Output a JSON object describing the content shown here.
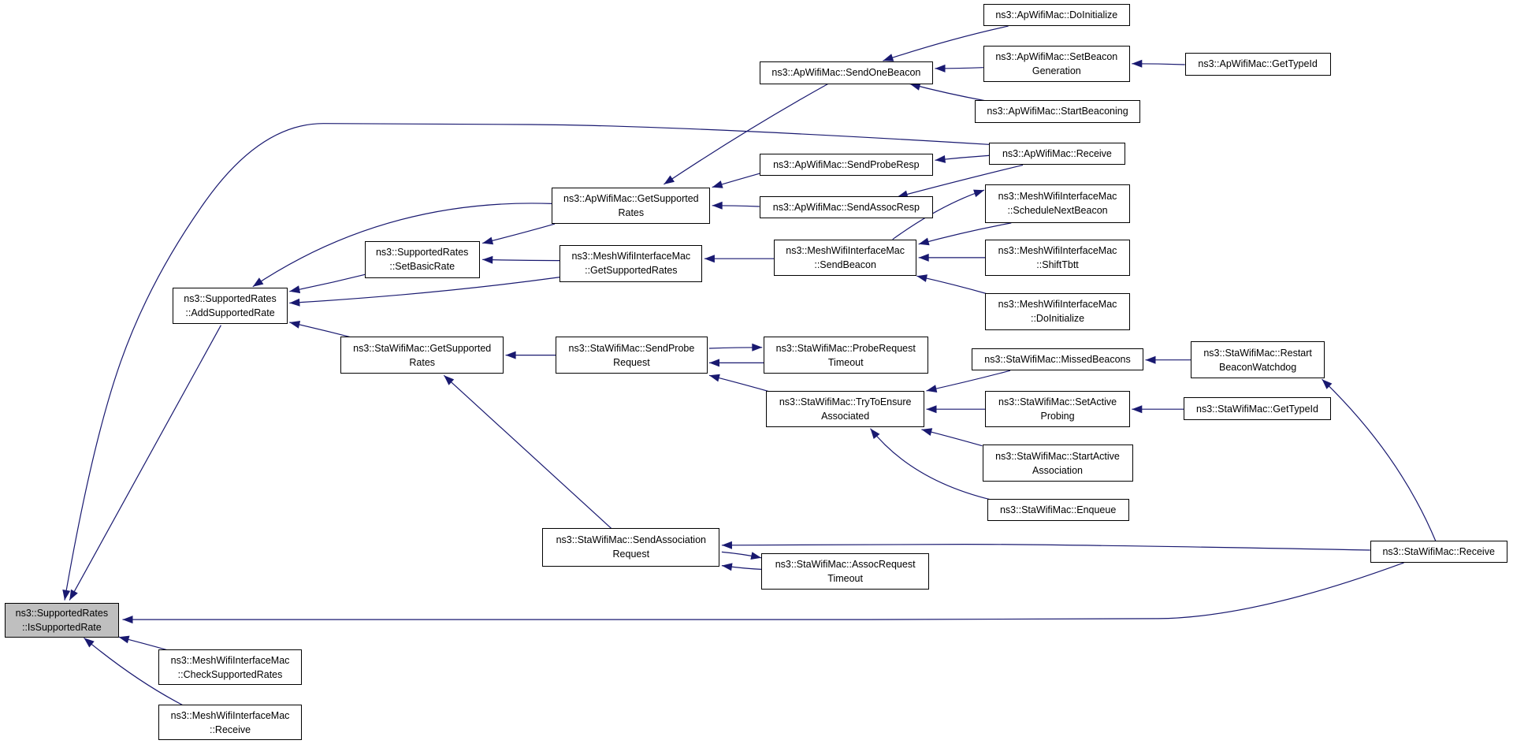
{
  "graph": {
    "edge_color": "#191970",
    "root_fill": "#bfbfbf",
    "nodes": [
      {
        "id": "root",
        "lines": [
          "ns3::SupportedRates",
          "::IsSupportedRate"
        ],
        "root": true
      },
      {
        "id": "addsr",
        "lines": [
          "ns3::SupportedRates",
          "::AddSupportedRate"
        ]
      },
      {
        "id": "setbasic",
        "lines": [
          "ns3::SupportedRates",
          "::SetBasicRate"
        ]
      },
      {
        "id": "apgsr",
        "lines": [
          "ns3::ApWifiMac::GetSupported",
          "Rates"
        ]
      },
      {
        "id": "meshgsr",
        "lines": [
          "ns3::MeshWifiInterfaceMac",
          "::GetSupportedRates"
        ]
      },
      {
        "id": "stagsr",
        "lines": [
          "ns3::StaWifiMac::GetSupported",
          "Rates"
        ]
      },
      {
        "id": "mesh_check",
        "lines": [
          "ns3::MeshWifiInterfaceMac",
          "::CheckSupportedRates"
        ]
      },
      {
        "id": "mesh_recv",
        "lines": [
          "ns3::MeshWifiInterfaceMac",
          "::Receive"
        ]
      },
      {
        "id": "ap_sob",
        "lines": [
          "ns3::ApWifiMac::SendOneBeacon"
        ]
      },
      {
        "id": "ap_spr",
        "lines": [
          "ns3::ApWifiMac::SendProbeResp"
        ]
      },
      {
        "id": "ap_sar",
        "lines": [
          "ns3::ApWifiMac::SendAssocResp"
        ]
      },
      {
        "id": "mesh_sb",
        "lines": [
          "ns3::MeshWifiInterfaceMac",
          "::SendBeacon"
        ]
      },
      {
        "id": "sta_sprobe",
        "lines": [
          "ns3::StaWifiMac::SendProbe",
          "Request"
        ]
      },
      {
        "id": "sta_sassoc",
        "lines": [
          "ns3::StaWifiMac::SendAssociation",
          "Request"
        ]
      },
      {
        "id": "ap_doinit",
        "lines": [
          "ns3::ApWifiMac::DoInitialize"
        ]
      },
      {
        "id": "ap_setbg",
        "lines": [
          "ns3::ApWifiMac::SetBeacon",
          "Generation"
        ]
      },
      {
        "id": "ap_startb",
        "lines": [
          "ns3::ApWifiMac::StartBeaconing"
        ]
      },
      {
        "id": "ap_recv",
        "lines": [
          "ns3::ApWifiMac::Receive"
        ]
      },
      {
        "id": "ap_gettid",
        "lines": [
          "ns3::ApWifiMac::GetTypeId"
        ]
      },
      {
        "id": "mesh_snb",
        "lines": [
          "ns3::MeshWifiInterfaceMac",
          "::ScheduleNextBeacon"
        ]
      },
      {
        "id": "mesh_shift",
        "lines": [
          "ns3::MeshWifiInterfaceMac",
          "::ShiftTbtt"
        ]
      },
      {
        "id": "mesh_doinit",
        "lines": [
          "ns3::MeshWifiInterfaceMac",
          "::DoInitialize"
        ]
      },
      {
        "id": "sta_prt",
        "lines": [
          "ns3::StaWifiMac::ProbeRequest",
          "Timeout"
        ]
      },
      {
        "id": "sta_ttea",
        "lines": [
          "ns3::StaWifiMac::TryToEnsure",
          "Associated"
        ]
      },
      {
        "id": "sta_missed",
        "lines": [
          "ns3::StaWifiMac::MissedBeacons"
        ]
      },
      {
        "id": "sta_setap",
        "lines": [
          "ns3::StaWifiMac::SetActive",
          "Probing"
        ]
      },
      {
        "id": "sta_startaa",
        "lines": [
          "ns3::StaWifiMac::StartActive",
          "Association"
        ]
      },
      {
        "id": "sta_enq",
        "lines": [
          "ns3::StaWifiMac::Enqueue"
        ]
      },
      {
        "id": "sta_restart",
        "lines": [
          "ns3::StaWifiMac::Restart",
          "BeaconWatchdog"
        ]
      },
      {
        "id": "sta_gettid",
        "lines": [
          "ns3::StaWifiMac::GetTypeId"
        ]
      },
      {
        "id": "sta_art",
        "lines": [
          "ns3::StaWifiMac::AssocRequest",
          "Timeout"
        ]
      },
      {
        "id": "sta_recv",
        "lines": [
          "ns3::StaWifiMac::Receive"
        ]
      }
    ],
    "edges": [
      {
        "from": "addsr",
        "to": "root"
      },
      {
        "from": "mesh_check",
        "to": "root"
      },
      {
        "from": "mesh_recv",
        "to": "root"
      },
      {
        "from": "ap_recv",
        "to": "root"
      },
      {
        "from": "sta_recv",
        "to": "root"
      },
      {
        "from": "apgsr",
        "to": "addsr"
      },
      {
        "from": "setbasic",
        "to": "addsr"
      },
      {
        "from": "meshgsr",
        "to": "addsr"
      },
      {
        "from": "stagsr",
        "to": "addsr"
      },
      {
        "from": "apgsr",
        "to": "setbasic"
      },
      {
        "from": "meshgsr",
        "to": "setbasic"
      },
      {
        "from": "ap_sob",
        "to": "apgsr"
      },
      {
        "from": "ap_spr",
        "to": "apgsr"
      },
      {
        "from": "ap_sar",
        "to": "apgsr"
      },
      {
        "from": "mesh_sb",
        "to": "meshgsr"
      },
      {
        "from": "sta_sprobe",
        "to": "stagsr"
      },
      {
        "from": "sta_sassoc",
        "to": "stagsr"
      },
      {
        "from": "ap_doinit",
        "to": "ap_sob"
      },
      {
        "from": "ap_setbg",
        "to": "ap_sob"
      },
      {
        "from": "ap_startb",
        "to": "ap_sob"
      },
      {
        "from": "ap_gettid",
        "to": "ap_setbg"
      },
      {
        "from": "ap_recv",
        "to": "ap_spr"
      },
      {
        "from": "ap_recv",
        "to": "ap_sar"
      },
      {
        "from": "mesh_sb",
        "to": "mesh_snb"
      },
      {
        "from": "mesh_snb",
        "to": "mesh_sb"
      },
      {
        "from": "mesh_shift",
        "to": "mesh_sb"
      },
      {
        "from": "mesh_doinit",
        "to": "mesh_sb"
      },
      {
        "from": "sta_sprobe",
        "to": "sta_prt"
      },
      {
        "from": "sta_prt",
        "to": "sta_sprobe"
      },
      {
        "from": "sta_ttea",
        "to": "sta_sprobe"
      },
      {
        "from": "sta_missed",
        "to": "sta_ttea"
      },
      {
        "from": "sta_setap",
        "to": "sta_ttea"
      },
      {
        "from": "sta_startaa",
        "to": "sta_ttea"
      },
      {
        "from": "sta_enq",
        "to": "sta_ttea"
      },
      {
        "from": "sta_restart",
        "to": "sta_missed"
      },
      {
        "from": "sta_gettid",
        "to": "sta_setap"
      },
      {
        "from": "sta_recv",
        "to": "sta_restart"
      },
      {
        "from": "sta_recv",
        "to": "sta_sassoc"
      },
      {
        "from": "sta_sassoc",
        "to": "sta_art"
      },
      {
        "from": "sta_art",
        "to": "sta_sassoc"
      }
    ]
  }
}
